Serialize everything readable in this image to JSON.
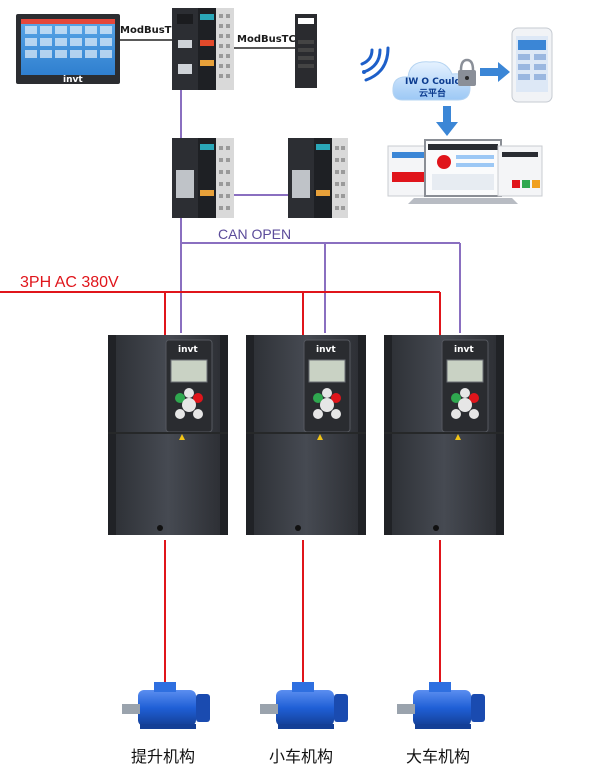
{
  "labels": {
    "modbus_left": "ModBusTCP",
    "modbus_right": "ModBusTCP",
    "can_open": "CAN OPEN",
    "power": "3PH AC 380V",
    "cloud_name": "IW O Could",
    "cloud_sub": "云平台",
    "hmi_brand": "invt",
    "drive_brand": "invt"
  },
  "motors": [
    {
      "label": "提升机构"
    },
    {
      "label": "小车机构"
    },
    {
      "label": "大车机构"
    }
  ],
  "colors": {
    "power_line": "#e0151b",
    "bus_line": "#8a6fc0",
    "arrow": "#3b86d6",
    "drive_body": "#3a3d44",
    "motor": "#1f5fd6"
  },
  "icons": [
    "hmi-panel-icon",
    "plc-controller-icon",
    "ethernet-switch-icon",
    "wifi-icon",
    "cloud-lock-icon",
    "smartphone-icon",
    "laptop-dashboard-icon",
    "io-module-icon",
    "frequency-drive-icon",
    "motor-icon"
  ]
}
